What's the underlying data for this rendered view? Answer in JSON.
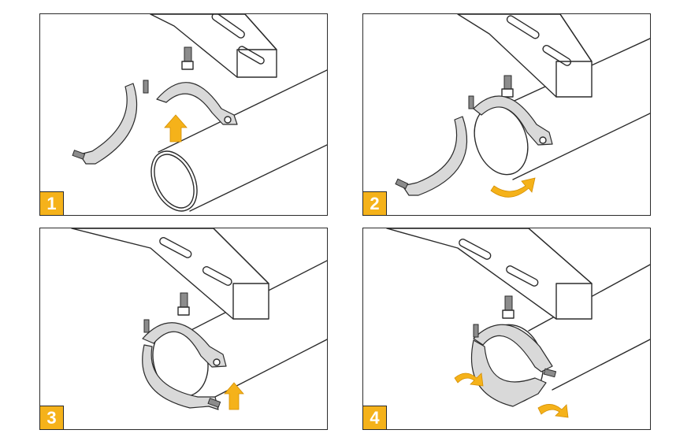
{
  "steps": [
    {
      "number": "1"
    },
    {
      "number": "2"
    },
    {
      "number": "3"
    },
    {
      "number": "4"
    }
  ],
  "colors": {
    "accent": "#f5b21a",
    "line": "#2b2b2b",
    "metal": "#d9d9d9"
  },
  "icons": [
    "arrow-up-icon",
    "rotate-arrow-icon"
  ]
}
